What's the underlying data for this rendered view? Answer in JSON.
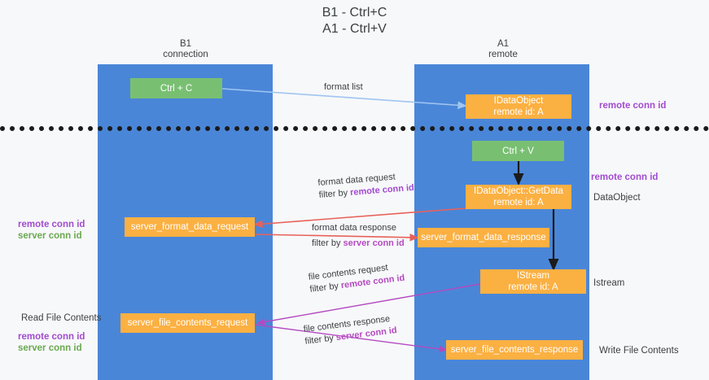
{
  "title": {
    "line1": "B1 - Ctrl+C",
    "line2": "A1 - Ctrl+V"
  },
  "columns": [
    {
      "name": "B1",
      "role": "connection"
    },
    {
      "name": "A1",
      "role": "remote"
    }
  ],
  "nodes": {
    "ctrl_c": {
      "label": "Ctrl + C",
      "color": "#79bf72"
    },
    "idataobject": {
      "line1": "IDataObject",
      "line2": "remote id: A",
      "color": "#fbb042"
    },
    "ctrl_v": {
      "label": "Ctrl + V",
      "color": "#79bf72"
    },
    "getdata": {
      "line1": "IDataObject::GetData",
      "line2": "remote id: A",
      "color": "#fbb042"
    },
    "server_format_data_request": {
      "label": "server_format_data_request",
      "color": "#fbb042"
    },
    "server_format_data_response": {
      "label": "server_format_data_response",
      "color": "#fbb042"
    },
    "istream": {
      "line1": "IStream",
      "line2": "remote id: A",
      "color": "#fbb042"
    },
    "server_file_contents_request": {
      "label": "server_file_contents_request",
      "color": "#fbb042"
    },
    "server_file_contents_response": {
      "label": "server_file_contents_response",
      "color": "#fbb042"
    }
  },
  "edges": {
    "format_list": {
      "label": "format list"
    },
    "format_data_request": {
      "label": "format data request",
      "filter_prefix": "filter by ",
      "filter_key": "remote conn id"
    },
    "format_data_response": {
      "label": "format data response",
      "filter_prefix": "filter by ",
      "filter_key": "server conn id"
    },
    "file_contents_request": {
      "label": "file contents request",
      "filter_prefix": "filter by ",
      "filter_key": "remote conn id"
    },
    "file_contents_response": {
      "label": "file contents response",
      "filter_prefix": "filter by ",
      "filter_key": "server conn id"
    }
  },
  "annotations": {
    "right_remote_conn_id_top": "remote conn id",
    "right_remote_conn_id_mid": "remote conn id",
    "right_dataobject": "DataObject",
    "right_istream": "Istream",
    "right_write_file_contents": "Write File Contents",
    "left_remote_conn_id": "remote conn id",
    "left_server_conn_id": "server conn id",
    "left_read_file_contents": "Read File Contents",
    "left_remote_conn_id_2": "remote conn id",
    "left_server_conn_id_2": "server conn id"
  },
  "colors": {
    "lane": "#4a86d8",
    "green_node": "#79bf72",
    "orange_node": "#fbb042",
    "purple": "#a24bd0",
    "green_text": "#6aa84f",
    "magenta": "#b44ac0",
    "arrow_blue": "#9fc5f0",
    "arrow_red": "#e8615a",
    "arrow_black": "#1b1b1b",
    "background": "#f7f8fa"
  }
}
